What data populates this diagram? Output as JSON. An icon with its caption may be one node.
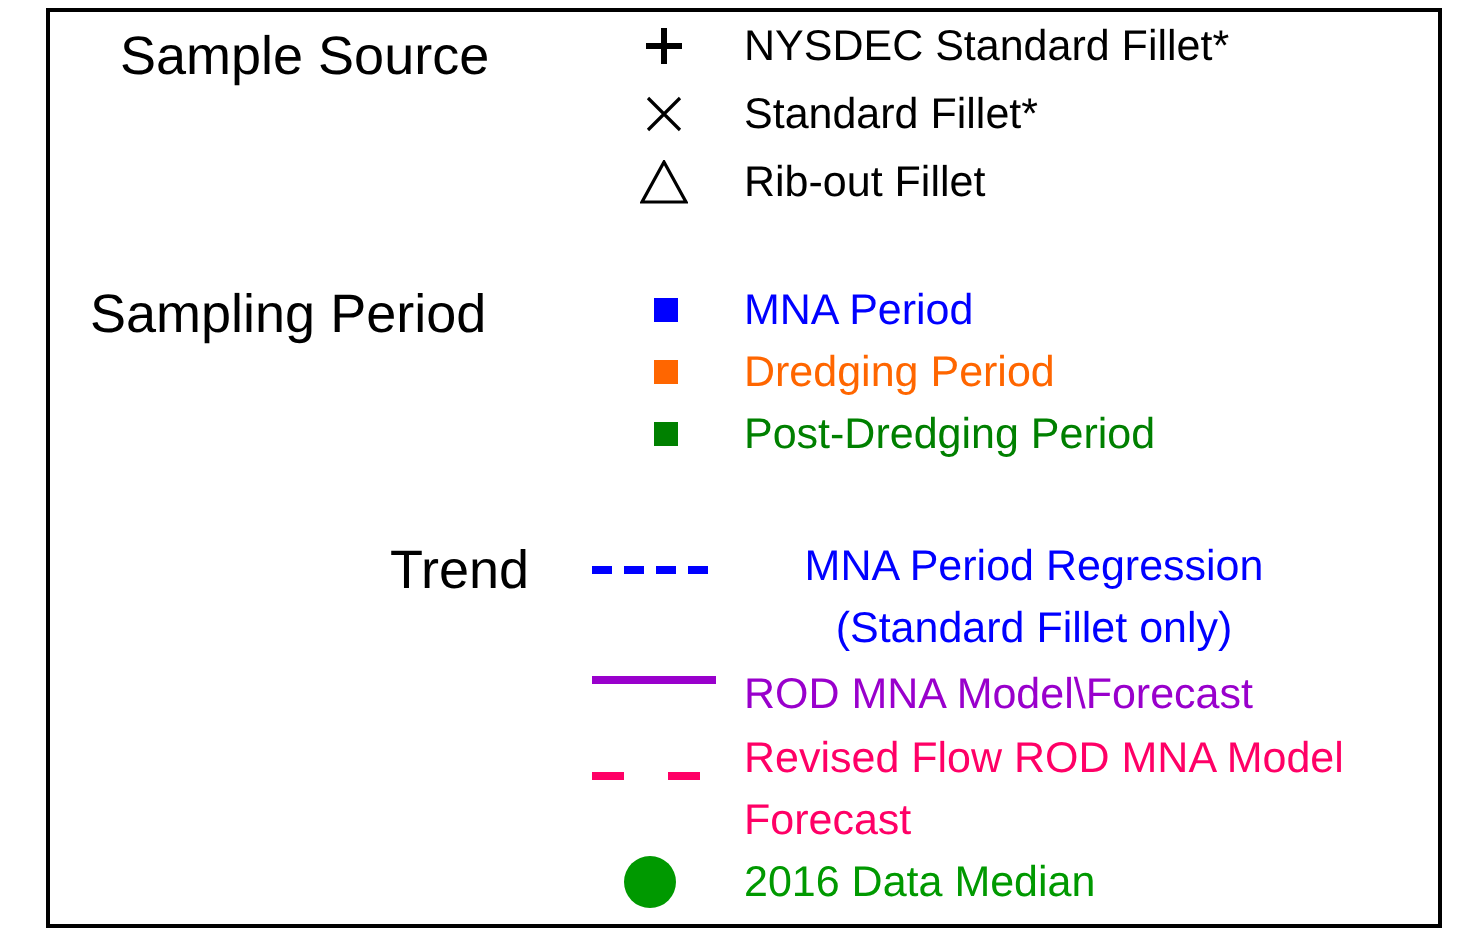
{
  "diagram": {
    "labels": [
      "Sample Source",
      "Sampling Period",
      "Trend"
    ],
    "legend": [
      {
        "text": "NYSDEC Standard Fillet*"
      },
      {
        "text": "Standard Fillet*"
      },
      {
        "text": "Rib-out Fillet"
      },
      {
        "text": "MNA Period",
        "color": "#0000ff"
      },
      {
        "text": "Dredging Period",
        "color": "#ff6600"
      },
      {
        "text": "Post-Dredging Period",
        "color": "#008000"
      },
      {
        "text": "MNA Period Regression (Standard Fillet only)"
      },
      {
        "text": "ROD MNA Model\\Forecast"
      },
      {
        "text": "Revised Flow ROD MNA Model Forecast"
      },
      {
        "text": "2016 Data Median"
      }
    ]
  }
}
